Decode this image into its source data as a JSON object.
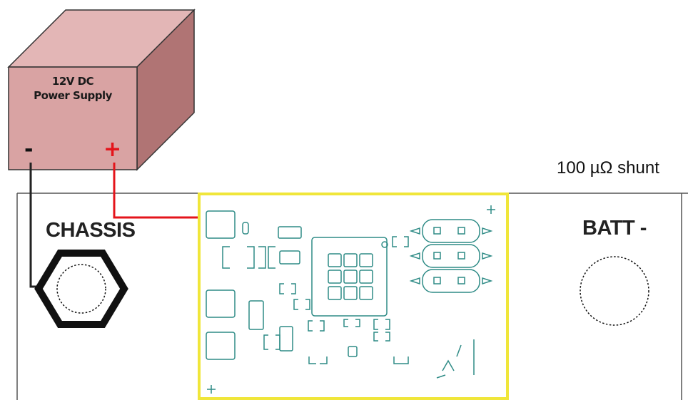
{
  "power_supply": {
    "label_line1": "12V DC",
    "label_line2": "Power Supply",
    "negative_terminal": "-",
    "positive_terminal": "+"
  },
  "shunt": {
    "label": "100 µΩ shunt"
  },
  "terminals": {
    "chassis_label": "CHASSIS",
    "batt_minus_label": "BATT -"
  },
  "colors": {
    "psu_front": "#d9a3a3",
    "psu_top": "#e3b6b6",
    "psu_side": "#b07474",
    "positive_wire": "#e4141b",
    "negative_wire": "#222222",
    "board_outline": "#f0e63a",
    "silkscreen": "#2e8b86"
  }
}
